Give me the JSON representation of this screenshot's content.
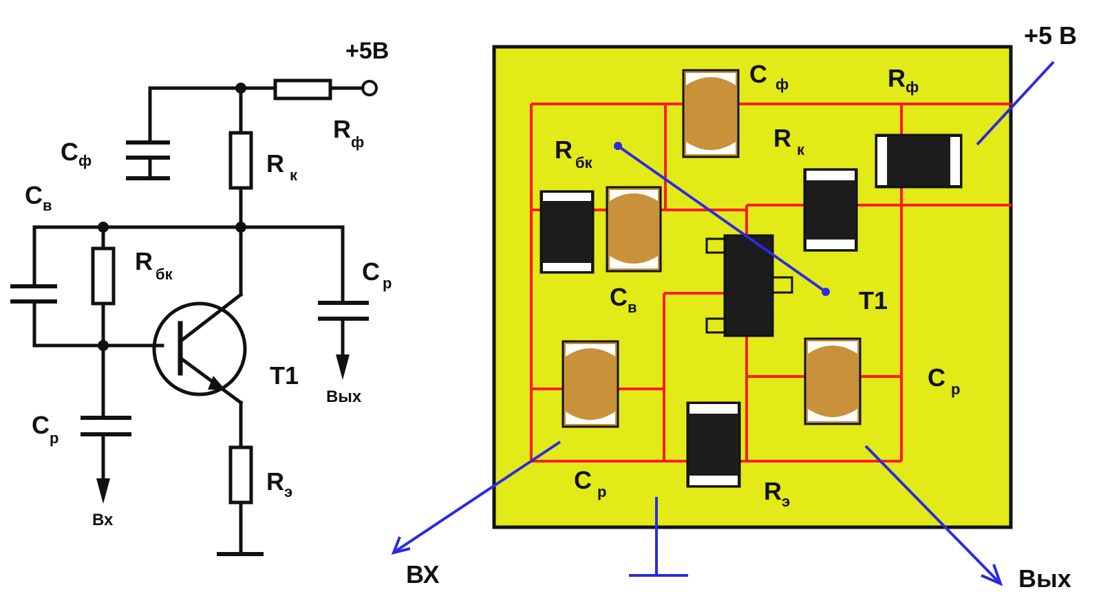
{
  "schematic": {
    "supply": "+5В",
    "resistors": {
      "filter": {
        "main": "R",
        "sub": "ф"
      },
      "collector": {
        "main": "R",
        "sub": "к"
      },
      "base": {
        "main": "R",
        "sub": "бк"
      },
      "emitter": {
        "main": "R",
        "sub": "э"
      }
    },
    "capacitors": {
      "filter": {
        "main": "C",
        "sub": "ф"
      },
      "feedback": {
        "main": "C",
        "sub": "в"
      },
      "out_coupling": {
        "main": "C",
        "sub": "р"
      },
      "in_coupling": {
        "main": "C",
        "sub": "р"
      }
    },
    "transistor": "T1",
    "output_terminal": "Вых",
    "input_terminal": "Вх"
  },
  "board": {
    "supply": "+5 В",
    "labels": {
      "c_f": {
        "main": "C",
        "sub": "ф"
      },
      "r_f": {
        "main": "R",
        "sub": "ф"
      },
      "r_bk": {
        "main": "R",
        "sub": "бк"
      },
      "r_k": {
        "main": "R",
        "sub": "к"
      },
      "c_v": {
        "main": "C",
        "sub": "в"
      },
      "t1": "T1",
      "c_p_right": {
        "main": "C",
        "sub": "р"
      },
      "c_p_bottom": {
        "main": "C",
        "sub": "р"
      },
      "r_e": {
        "main": "R",
        "sub": "э"
      }
    },
    "input_terminal": "ВХ",
    "output_terminal": "Вых",
    "colors": {
      "board": "#e2ea17",
      "traces": "#ff1a1a",
      "leads": "#2a2ae6",
      "tantalum": "#c8913a",
      "resistor_body": "#1c1c1c"
    }
  }
}
